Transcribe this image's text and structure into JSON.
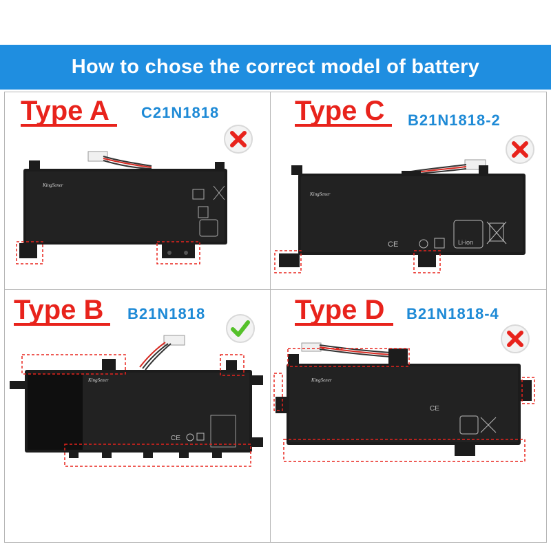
{
  "banner": {
    "title": "How to chose the correct model of battery"
  },
  "panels": {
    "type_a": {
      "type_label": "Type A",
      "model": "C21N1818",
      "verdict": "incorrect",
      "brand": "KingSener"
    },
    "type_b": {
      "type_label": "Type B",
      "model": "B21N1818",
      "verdict": "correct",
      "brand": "KingSener"
    },
    "type_c": {
      "type_label": "Type C",
      "model": "B21N1818-2",
      "verdict": "incorrect",
      "brand": "KingSener"
    },
    "type_d": {
      "type_label": "Type D",
      "model": "B21N1818-4",
      "verdict": "incorrect",
      "brand": "KingSener"
    }
  },
  "icons": {
    "incorrect": "cross-badge-icon",
    "correct": "check-badge-icon"
  },
  "colors": {
    "banner_bg": "#1f8ee0",
    "type_label": "#e8231c",
    "model_label": "#1e8ad6",
    "highlight_dash": "#e8231c",
    "correct_badge": "#55c12a",
    "incorrect_badge": "#e8231c",
    "battery_body": "#1c1c1c"
  }
}
